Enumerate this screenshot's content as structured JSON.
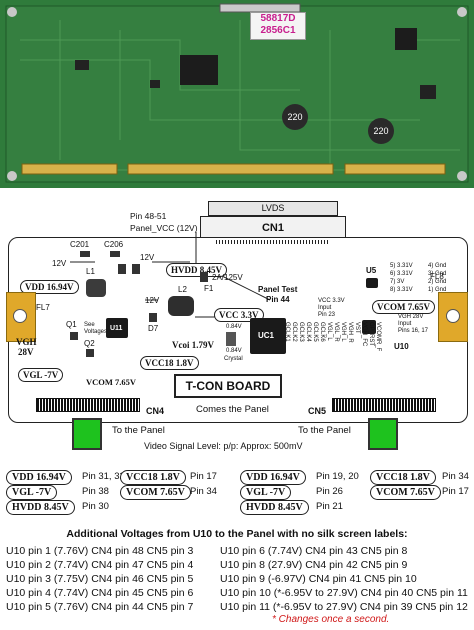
{
  "photo": {
    "sticker_line1": "58817D",
    "sticker_line2": "2856C1",
    "inductor1": "220",
    "inductor2": "220"
  },
  "top_labels": {
    "pin_range": "Pin 48-51",
    "panel_vcc": "Panel_VCC (12V)",
    "lvds": "LVDS",
    "cn1": "CN1"
  },
  "board": {
    "c201": "C201",
    "c206": "C206",
    "v12_a": "12V",
    "v12_b": "12V",
    "v12_c": "12V",
    "l1": "L1",
    "hvdd_label": "HVDD 8.45V",
    "vdd_label": "VDD 16.94V",
    "fl7": "FL7",
    "fl8": "FL8",
    "f1": "F1",
    "fuse": "2A/125V",
    "panel_test": "Panel Test",
    "pin44": "Pin 44",
    "l2": "L2",
    "vcc33": "VCC 3.3V",
    "q1": "Q1",
    "see_voltages": "See Voltages",
    "q2": "Q2",
    "u11": "U11",
    "d7": "D7",
    "vcoi": "Vcoi 1.79V",
    "vcc18_label": "VCC18 1.8V",
    "vgh": "VGH",
    "v28": "28V",
    "vgl_label": "VGL -7V",
    "vcom_left": "VCOM 7.65V",
    "u5": "U5",
    "u5_pins": [
      "5) 3.31V",
      "6) 3.31V",
      "7) 3V",
      "8) 3.31V",
      "4) Gnd",
      "3) Gnd",
      "2) Gnd",
      "1) Gnd"
    ],
    "vcc33_input_1": "VCC 3.3V",
    "vcc33_input_2": "Input",
    "vcc33_input_3": "Pin 23",
    "vcom_right_pill": "VCOM 7.65V",
    "vgh_input_1": "VGH 28V",
    "vgh_input_2": "Input",
    "vgh_input_3": "Pins 16, 17",
    "uc1": "UC1",
    "crystal_top": "0.84V",
    "crystal_bot": "0.84V",
    "crystal": "Crystal",
    "signals": [
      "GCLK1",
      "GCLK2",
      "GCLK3",
      "GCLK4",
      "GCLK5",
      "GCLK6",
      "VGL_L",
      "VGL_R",
      "VGH_L",
      "VGH_R",
      "VST",
      "VGH_FC",
      "GP_RST",
      "VCOMR_F"
    ],
    "u10": "U10",
    "tcon": "T-CON BOARD",
    "cn4": "CN4",
    "cn5": "CN5",
    "comes_panel": "Comes the Panel"
  },
  "below_board": {
    "to_panel_left": "To the Panel",
    "to_panel_right": "To the Panel",
    "video_signal": "Video Signal Level: p/p: Approx: 500mV"
  },
  "pin_table": {
    "left": [
      {
        "label": "VDD 16.94V",
        "pins": "Pin 31, 32"
      },
      {
        "label": "VGL -7V",
        "pins": "Pin 38"
      },
      {
        "label": "HVDD 8.45V",
        "pins": "Pin 30"
      }
    ],
    "mid_left": [
      {
        "label": "VCC18 1.8V",
        "pins": "Pin 17"
      },
      {
        "label": "VCOM 7.65V",
        "pins": "Pin 34"
      }
    ],
    "mid_right": [
      {
        "label": "VDD 16.94V",
        "pins": "Pin 19, 20"
      },
      {
        "label": "VGL -7V",
        "pins": "Pin 26"
      },
      {
        "label": "HVDD 8.45V",
        "pins": "Pin 21"
      }
    ],
    "right": [
      {
        "label": "VCC18 1.8V",
        "pins": "Pin 34"
      },
      {
        "label": "VCOM 7.65V",
        "pins": "Pin 17"
      }
    ]
  },
  "additional": {
    "heading": "Additional Voltages from U10 to the Panel with no silk screen labels:",
    "left": [
      "U10 pin 1 (7.76V) CN4 pin 48 CN5 pin 3",
      "U10 pin 2 (7.74V) CN4 pin 47 CN5 pin 4",
      "U10 pin 3 (7.75V) CN4 pin 46 CN5 pin 5",
      "U10 pin 4 (7.74V) CN4 pin 45 CN5 pin 6",
      "U10 pin 5 (7.76V) CN4 pin 44 CN5 pin 7"
    ],
    "right": [
      "U10 pin 6 (7.74V) CN4 pin 43 CN5 pin 8",
      "U10 pin 8 (27.9V) CN4 pin 42 CN5 pin 9",
      "U10 pin 9 (-6.97V) CN4 pin 41 CN5 pin 10",
      "U10 pin 10 (*-6.95V to 27.9V) CN4 pin 40 CN5 pin 11",
      "U10 pin 11 (*-6.95V to 27.9V) CN4 pin 39 CN5 pin 12"
    ],
    "note": "* Changes once a second."
  },
  "colors": {
    "pcb": "#2e7a3a",
    "gold": "#e0a82a",
    "panel_green": "#1ec21e",
    "note_red": "#d01818"
  }
}
